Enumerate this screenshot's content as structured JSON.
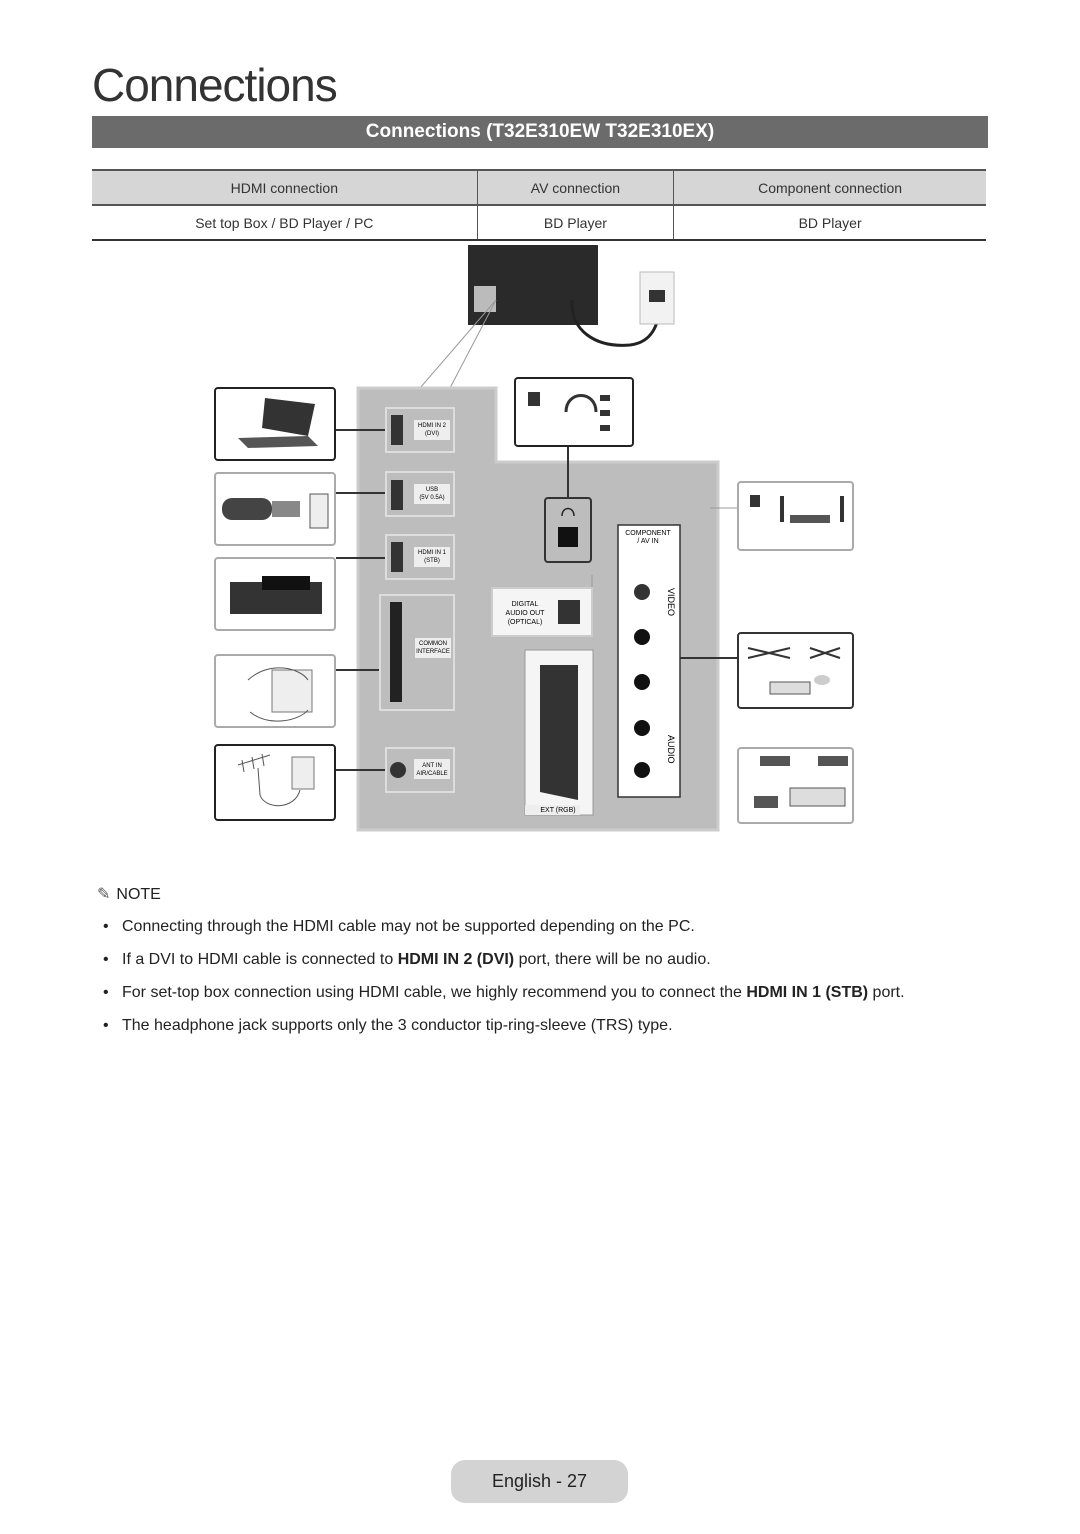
{
  "page_title": "Connections",
  "section_title": "Connections (T32E310EW T32E310EX)",
  "table": {
    "headers": [
      "HDMI connection",
      "AV connection",
      "Component connection"
    ],
    "devices": [
      "Set top Box / BD Player / PC",
      "BD Player",
      "BD Player"
    ]
  },
  "ports": {
    "hdmi2": [
      "HDMI IN 2",
      "(DVI)"
    ],
    "usb": [
      "USB",
      "(5V 0.5A)"
    ],
    "hdmi1": [
      "HDMI IN 1",
      "(STB)"
    ],
    "ci": [
      "COMMON",
      "INTERFACE"
    ],
    "ant": [
      "ANT IN",
      "AIR/CABLE"
    ],
    "optical": [
      "DIGITAL",
      "AUDIO OUT",
      "(OPTICAL)"
    ],
    "component": [
      "COMPONENT",
      "/ AV IN"
    ],
    "video": "VIDEO",
    "audio": "AUDIO",
    "scart": "EXT (RGB)"
  },
  "note": {
    "title": "NOTE",
    "items": [
      {
        "parts": [
          {
            "t": "Connecting through the HDMI cable may not be supported depending on the PC.",
            "b": false
          }
        ]
      },
      {
        "parts": [
          {
            "t": "If a DVI to HDMI cable is connected to ",
            "b": false
          },
          {
            "t": "HDMI IN 2 (DVI)",
            "b": true
          },
          {
            "t": " port, there will be no audio.",
            "b": false
          }
        ]
      },
      {
        "parts": [
          {
            "t": "For set-top box connection using HDMI cable, we highly recommend you to connect the ",
            "b": false
          },
          {
            "t": "HDMI IN 1 (STB)",
            "b": true
          },
          {
            "t": " port.",
            "b": false
          }
        ]
      },
      {
        "parts": [
          {
            "t": "The headphone jack supports only the 3 conductor tip-ring-sleeve (TRS) type.",
            "b": false
          }
        ]
      }
    ]
  },
  "footer": {
    "page_label": "English - 27"
  }
}
